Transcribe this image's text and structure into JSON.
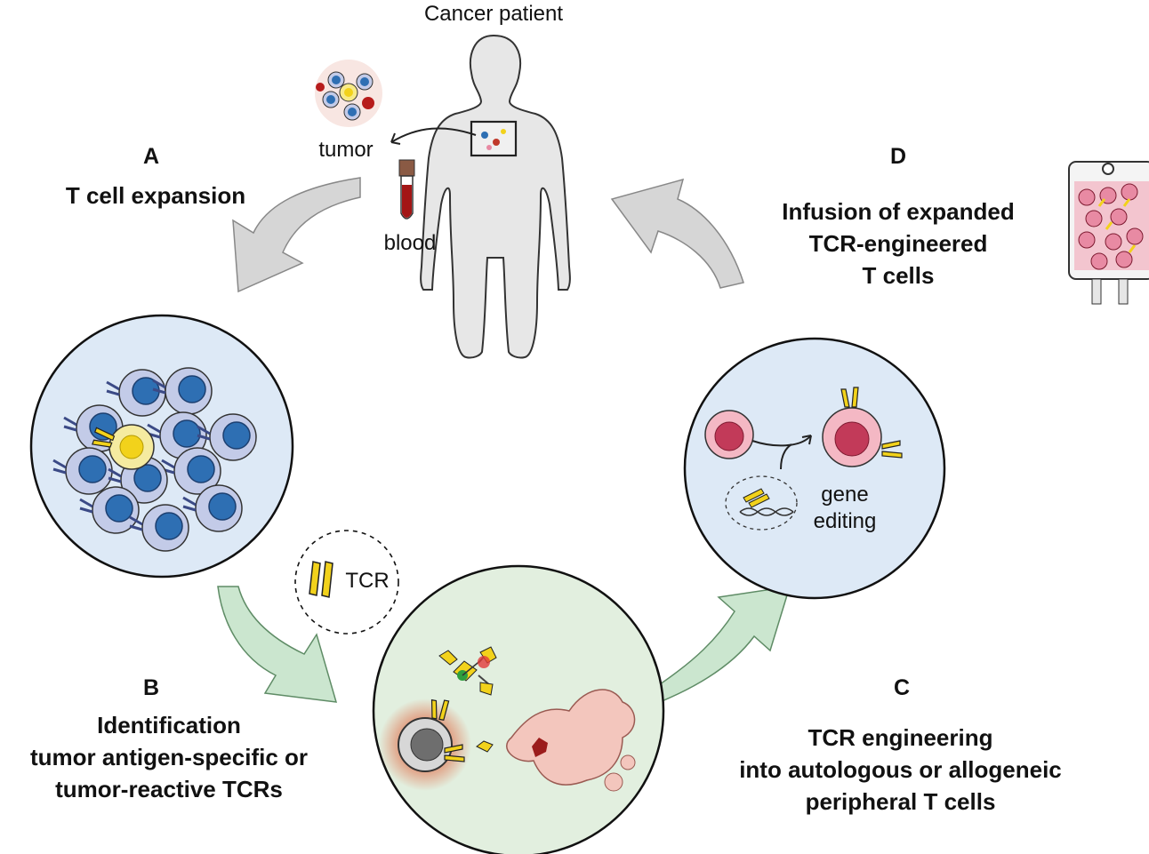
{
  "patient_label": "Cancer patient",
  "tumor_label": "tumor",
  "blood_label": "blood",
  "step_a": {
    "letter": "A",
    "title": "T cell expansion"
  },
  "step_b": {
    "letter": "B",
    "line1": "Identification",
    "line2": "tumor antigen-specific or",
    "line3": "tumor-reactive TCRs"
  },
  "step_c": {
    "letter": "C",
    "line1": "TCR engineering",
    "line2": "into autologous or allogeneic",
    "line3": "peripheral T cells"
  },
  "step_d": {
    "letter": "D",
    "line1": "Infusion of expanded",
    "line2": "TCR-engineered",
    "line3": "T cells"
  },
  "tcr_label": "TCR",
  "gene_editing_line1": "gene",
  "gene_editing_line2": "editing",
  "colors": {
    "grey_arrow": "#d6d6d6",
    "green_arrow": "#cbe6cf",
    "blue_circle": "#dde9f6",
    "green_circle": "#e2efdf",
    "tcell": "#2e6fb3",
    "engineered_cell": "#e88aa3",
    "tcr": "#f2d21b"
  }
}
